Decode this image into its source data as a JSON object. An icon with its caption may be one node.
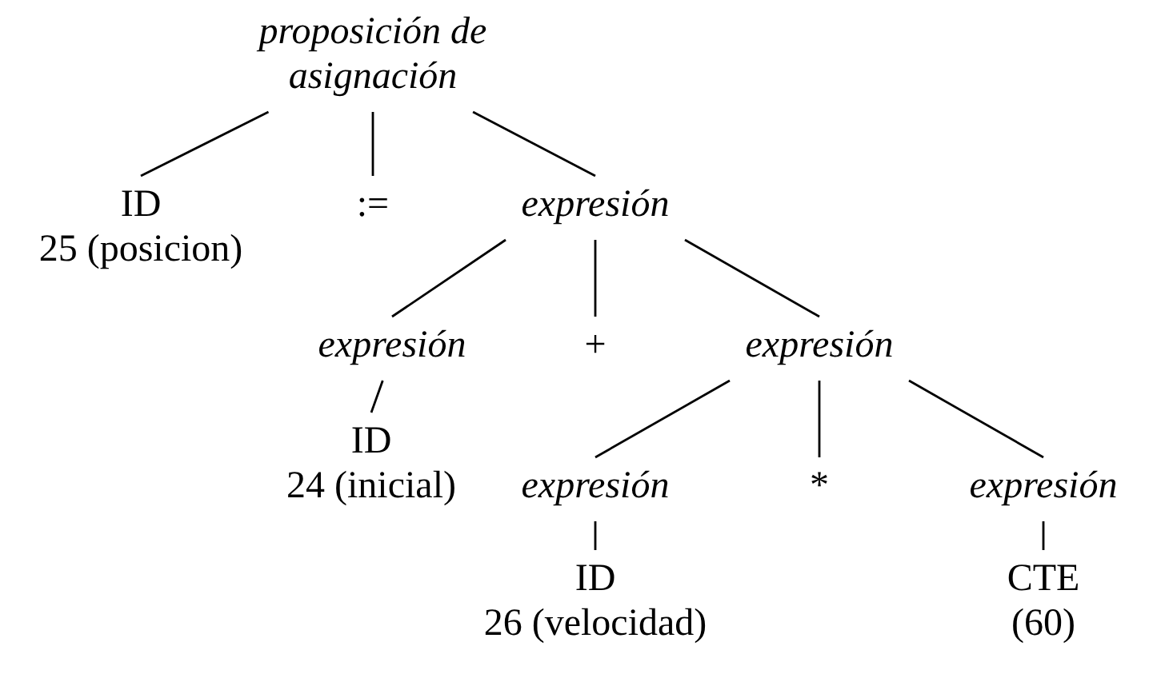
{
  "diagram": {
    "nodes": [
      {
        "text": [
          "proposición de asignación"
        ]
      },
      {
        "text": [
          "ID",
          "25 (posicion)"
        ]
      },
      {
        "text": [
          ":="
        ]
      },
      {
        "text": [
          "expresión"
        ]
      },
      {
        "text": [
          "expresión"
        ]
      },
      {
        "text": [
          "+"
        ]
      },
      {
        "text": [
          "expresión"
        ]
      },
      {
        "text": [
          "ID",
          "24 (inicial)"
        ]
      },
      {
        "text": [
          "expresión"
        ]
      },
      {
        "text": [
          "*"
        ]
      },
      {
        "text": [
          "expresión"
        ]
      },
      {
        "text": [
          "ID",
          "26 (velocidad)"
        ]
      },
      {
        "text": [
          "CTE",
          "(60)"
        ]
      }
    ],
    "edges": [
      {
        "from": 0,
        "to": 1,
        "arrow": "none"
      },
      {
        "from": 0,
        "to": 2,
        "arrow": "none"
      },
      {
        "from": 0,
        "to": 3,
        "arrow": "none"
      },
      {
        "from": 3,
        "to": 4,
        "arrow": "none"
      },
      {
        "from": 3,
        "to": 5,
        "arrow": "none"
      },
      {
        "from": 3,
        "to": 6,
        "arrow": "none"
      },
      {
        "from": 4,
        "to": 7,
        "arrow": "none"
      },
      {
        "from": 6,
        "to": 8,
        "arrow": "none"
      },
      {
        "from": 6,
        "to": 9,
        "arrow": "none"
      },
      {
        "from": 6,
        "to": 10,
        "arrow": "none"
      },
      {
        "from": 8,
        "to": 11,
        "arrow": "none"
      },
      {
        "from": 10,
        "to": 12,
        "arrow": "none"
      }
    ]
  }
}
